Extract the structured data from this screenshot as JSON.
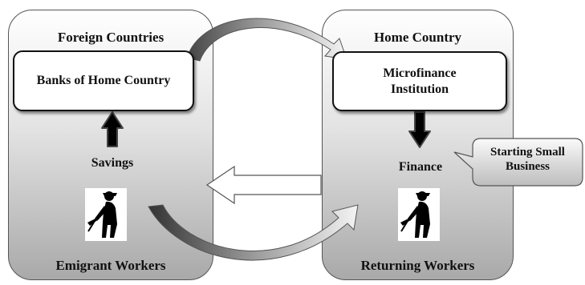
{
  "left_panel": {
    "title": "Foreign Countries",
    "box_label": "Banks of Home Country",
    "middle_label": "Savings",
    "bottom_label": "Emigrant Workers",
    "worker_icon": "worker-with-pickaxe"
  },
  "right_panel": {
    "title": "Home Country",
    "box_label": "Microfinance Institution",
    "middle_label": "Finance",
    "bottom_label": "Returning Workers",
    "worker_icon": "worker-with-pickaxe"
  },
  "callout": {
    "text": "Starting Small Business"
  },
  "colors": {
    "panel_border": "#555555",
    "panel_gradient_top": "#ffffff",
    "panel_gradient_bottom": "#a9a9a9",
    "curved_arrow_dark": "#333333",
    "curved_arrow_light": "#eeeeee"
  }
}
